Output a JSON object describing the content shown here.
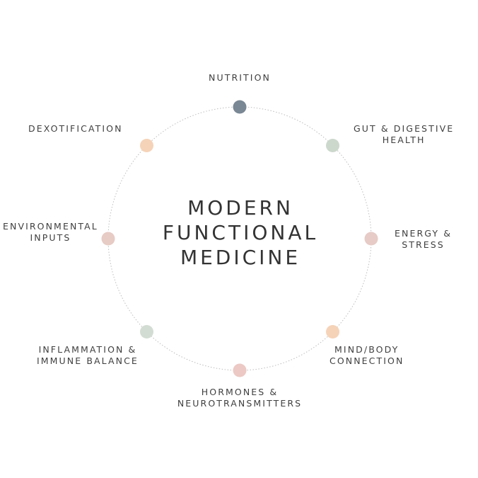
{
  "center": {
    "title_lines": [
      "MODERN",
      "FUNCTIONAL",
      "MEDICINE"
    ]
  },
  "nodes": [
    {
      "id": "nutrition",
      "lines": [
        "NUTRITION"
      ],
      "color": "#7a8794"
    },
    {
      "id": "gut",
      "lines": [
        "GUT & DIGESTIVE",
        "HEALTH"
      ],
      "color": "#ccd8cc"
    },
    {
      "id": "energy",
      "lines": [
        "ENERGY &",
        "STRESS"
      ],
      "color": "#e6cbc6"
    },
    {
      "id": "mindbody",
      "lines": [
        "MIND/BODY",
        "CONNECTION"
      ],
      "color": "#f5d3b8"
    },
    {
      "id": "hormones",
      "lines": [
        "HORMONES &",
        "NEUROTRANSMITTERS"
      ],
      "color": "#ecc9c4"
    },
    {
      "id": "inflammation",
      "lines": [
        "INFLAMMATION &",
        "IMMUNE BALANCE"
      ],
      "color": "#d3dcd3"
    },
    {
      "id": "environmental",
      "lines": [
        "ENVIRONMENTAL",
        "INPUTS"
      ],
      "color": "#e7cbc5"
    },
    {
      "id": "detox",
      "lines": [
        "DEXOTIFICATION"
      ],
      "color": "#f5d3b8"
    }
  ],
  "colors": {
    "ring": "#bdbdbd",
    "text": "#3f3f3f"
  }
}
